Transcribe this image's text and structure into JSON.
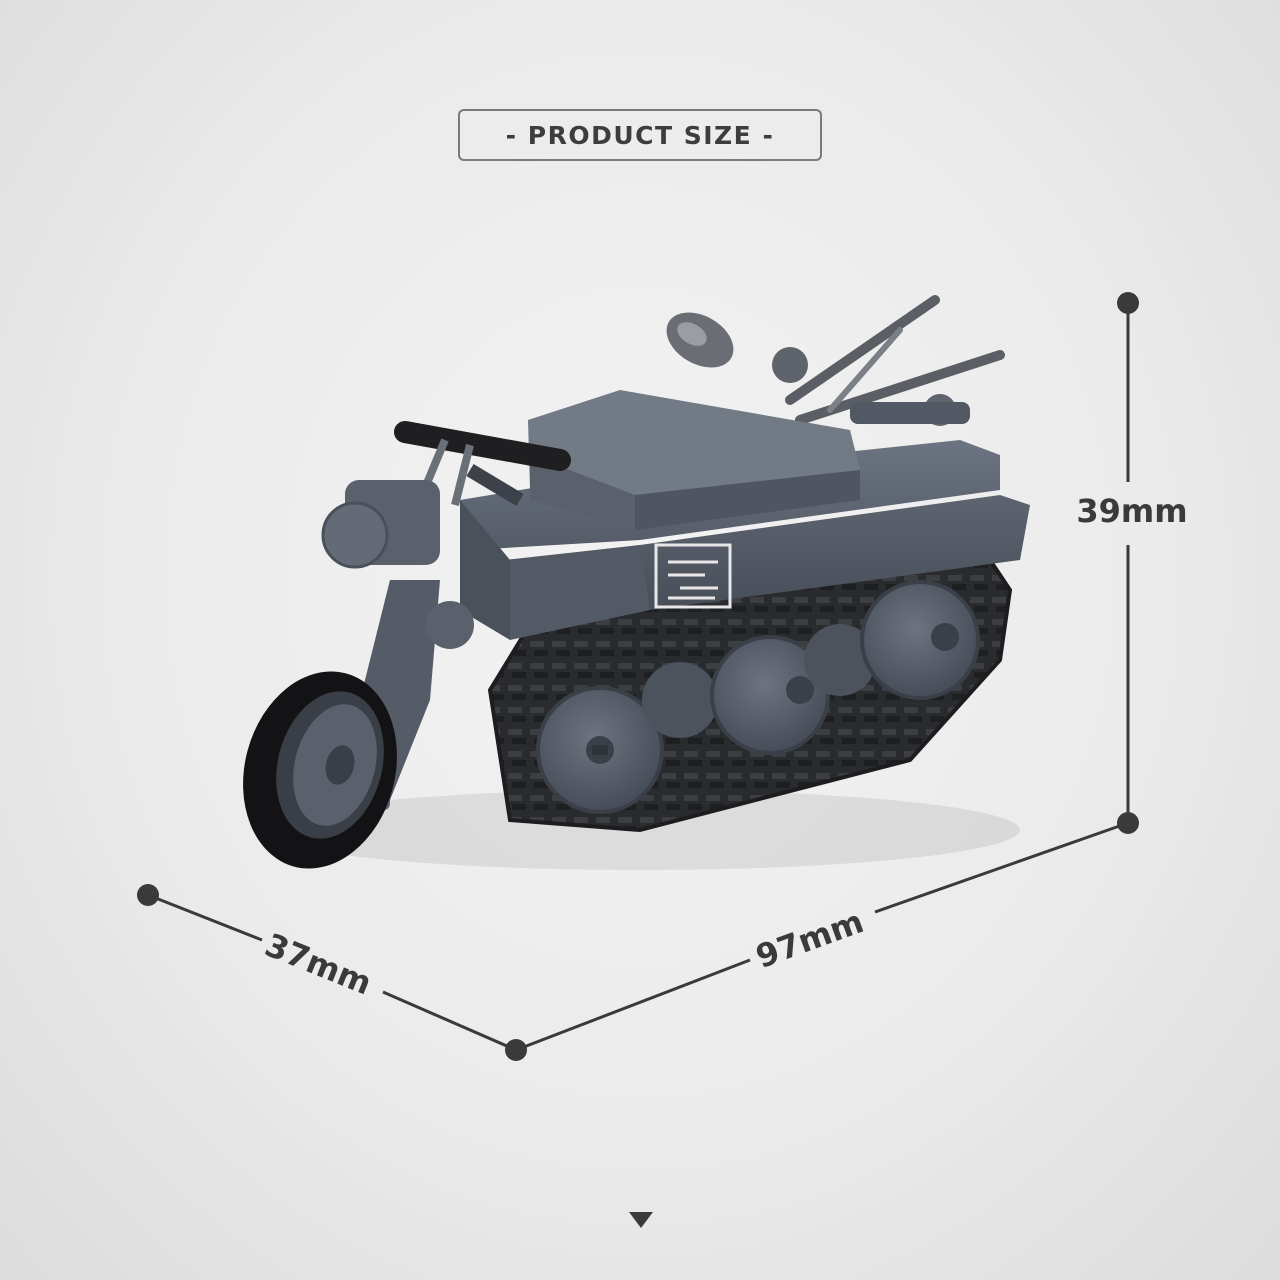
{
  "header": {
    "title": "- PRODUCT SIZE -"
  },
  "dimensions": {
    "height": "39mm",
    "length": "97mm",
    "width": "37mm"
  },
  "product": {
    "name_icon": "tracked-motorcycle-brick-model"
  },
  "colors": {
    "body": "#5a6270",
    "body_dark": "#454c57",
    "track": "#2a2a2c",
    "dimension_line": "#3a3a3a"
  },
  "footer": {
    "icon": "down-arrow-icon"
  }
}
